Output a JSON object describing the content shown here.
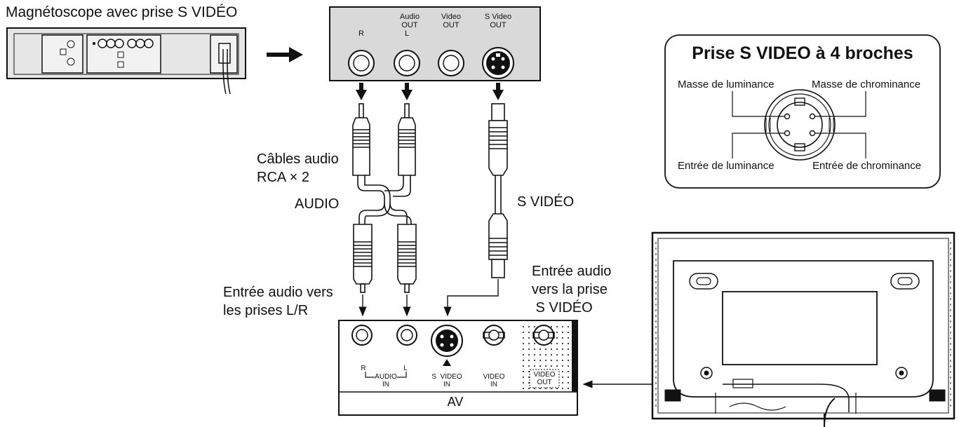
{
  "vcr": {
    "caption": "Magnétoscope avec prise S VIDÉO"
  },
  "vcr_panel": {
    "audio_out": "Audio\nOUT",
    "r": "R",
    "l": "L",
    "video_out": "Video\nOUT",
    "s_video_out": "S Video\nOUT"
  },
  "cables": {
    "audio_cable": "Câbles audio\nRCA × 2",
    "audio": "AUDIO",
    "svideo": "S VIDÉO",
    "audio_input_lr": "Entrée audio vers\nles prises L/R",
    "audio_input_svideo": "Entrée audio\nvers la prise\n S VIDÉO"
  },
  "av_panel": {
    "r": "R",
    "l": "L",
    "audio_in": "AUDIO\nIN",
    "s_video_in": "S  VIDEO\nIN",
    "video_in": "VIDEO\nIN",
    "video_out": "VIDEO\nOUT",
    "av": "AV"
  },
  "pinout": {
    "title": "Prise S VIDEO à 4 broches",
    "top_left": "Masse de luminance",
    "top_right": "Masse de chrominance",
    "bottom_left": "Entrée de luminance",
    "bottom_right": "Entrée de chrominance"
  },
  "colors": {
    "line": "#111111",
    "panel_bg": "#d9d9d9",
    "vcr_bg": "#e6e6e6"
  }
}
